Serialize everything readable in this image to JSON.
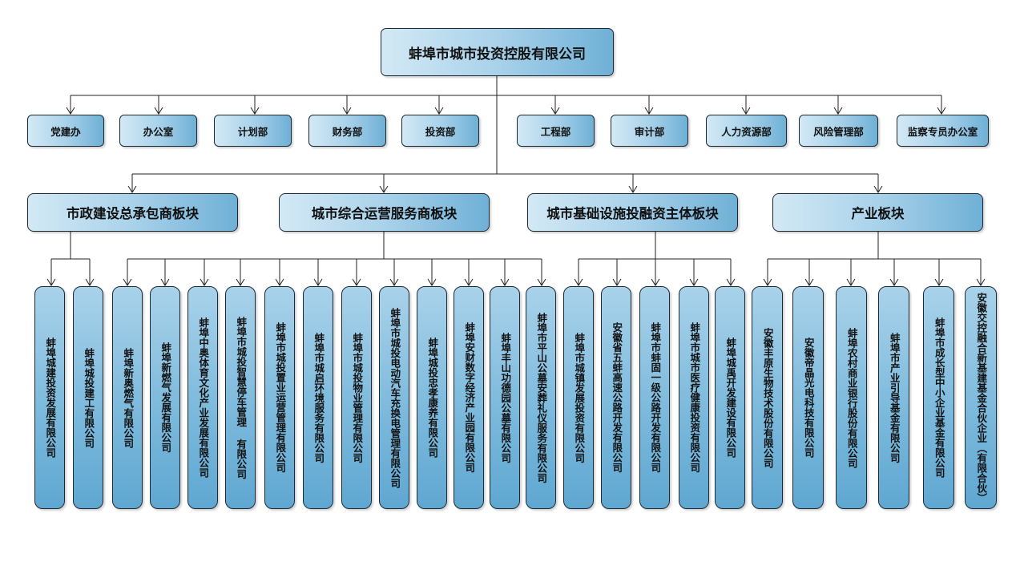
{
  "root": {
    "label": "蚌埠市城市投资控股有限公司"
  },
  "departments": [
    "党建办",
    "办公室",
    "计划部",
    "财务部",
    "投资部",
    "工程部",
    "审计部",
    "人力资源部",
    "风险管理部",
    "监察专员办公室"
  ],
  "sectors": [
    {
      "label": "市政建设总承包商板块",
      "companies": [
        "蚌埠城建投资发展有限公司",
        "蚌埠城投建工有限公司"
      ]
    },
    {
      "label": "城市综合运营服务商板块",
      "companies": [
        "蚌埠新奥燃气有限公司",
        "蚌埠新燃气发展有限公司",
        "蚌埠中奥体育文化产业发展有限公司",
        "蚌埠市城投智慧停车管理 有限公司",
        "蚌埠市城投置业运营管理有限公司",
        "蚌埠市城启环境服务有限公司",
        "蚌埠市城投物业管理有限公司",
        "蚌埠市城投电动汽车充换电管理有限公司",
        "蚌埠城投忠孝康养有限公司",
        "蚌埠安财数字经济产业园有限公司",
        "蚌埠丰山功德园公墓有限公司",
        "蚌埠市平山公墓安葬礼仪服务有限公司"
      ]
    },
    {
      "label": "城市基础设施投融资主体板块",
      "companies": [
        "蚌埠市城镇发展投资有限公司",
        "安徽省五蚌高速公路开发有限公司",
        "蚌埠市蚌固一级公路开发有限公司",
        "蚌埠市城市医疗健康投资有限公司",
        "蚌埠城禹开发建设有限公司"
      ]
    },
    {
      "label": "产业板块",
      "companies": [
        "安徽丰原生物技术股份有限公司",
        "安徽帝晶光电科技有限公司",
        "蚌埠农村商业银行股份有限公司",
        "蚌埠市产业引导基金有限公司",
        "蚌埠市成长型中小企业基金有限公司",
        "安徽交控融合新基建基金合伙企业（有限合伙）"
      ]
    }
  ]
}
